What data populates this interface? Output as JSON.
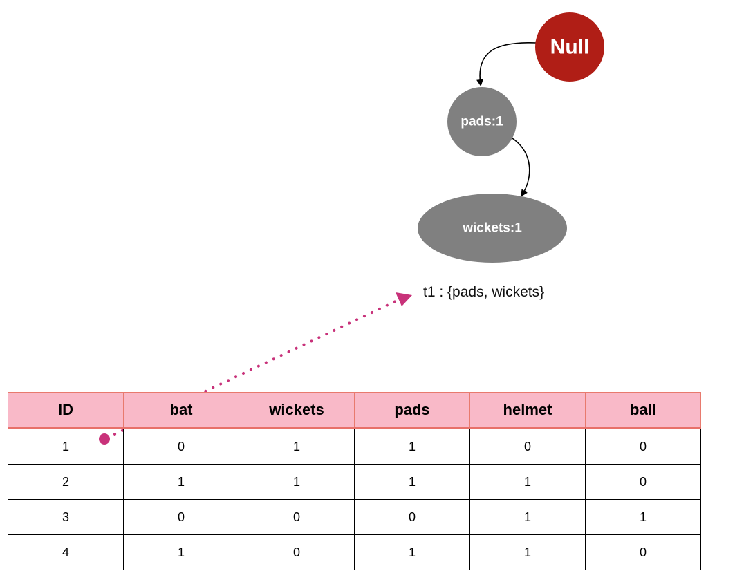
{
  "tree": {
    "root": {
      "label": "Null",
      "color": "#b01e16"
    },
    "nodes": [
      {
        "label": "pads:1",
        "color": "#808080"
      },
      {
        "label": "wickets:1",
        "color": "#808080"
      }
    ],
    "transaction_label": "t1 : {pads, wickets}"
  },
  "pointer_color": "#c8327a",
  "table": {
    "header_color": "#f9b9c8",
    "headers": [
      "ID",
      "bat",
      "wickets",
      "pads",
      "helmet",
      "ball"
    ],
    "rows": [
      [
        "1",
        "0",
        "1",
        "1",
        "0",
        "0"
      ],
      [
        "2",
        "1",
        "1",
        "1",
        "1",
        "0"
      ],
      [
        "3",
        "0",
        "0",
        "0",
        "1",
        "1"
      ],
      [
        "4",
        "1",
        "0",
        "1",
        "1",
        "0"
      ]
    ]
  }
}
